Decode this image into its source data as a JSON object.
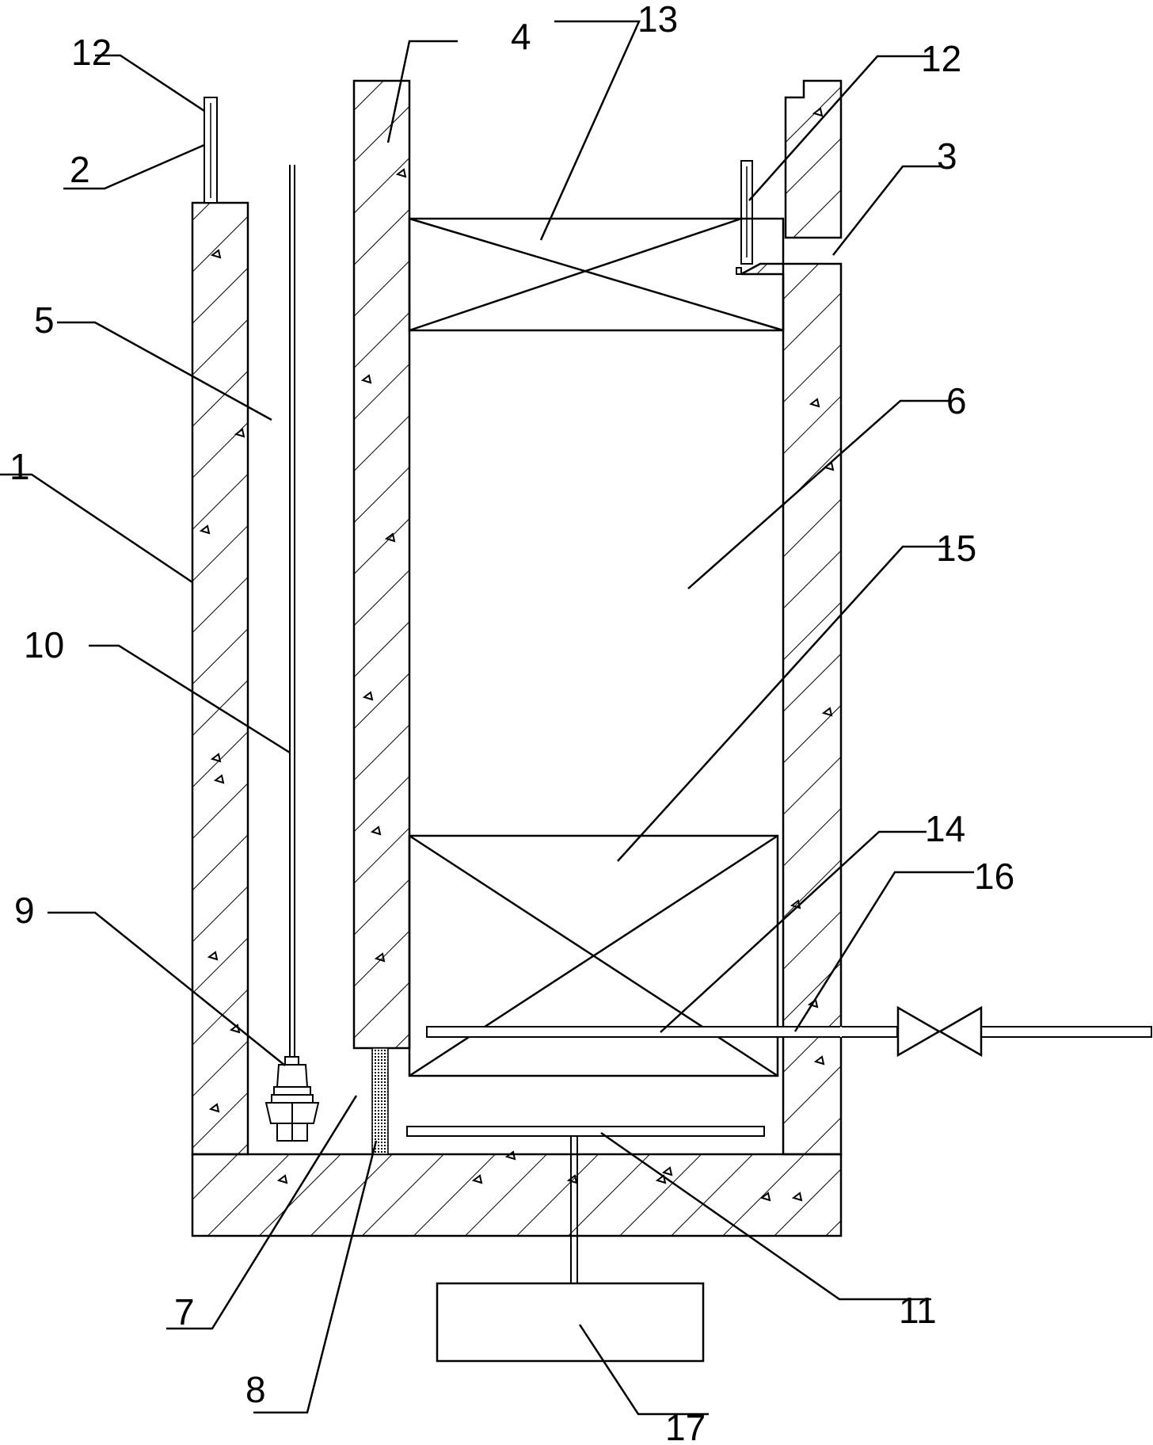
{
  "labels": {
    "l1": "1",
    "l2": "2",
    "l3": "3",
    "l4": "4",
    "l5": "5",
    "l6": "6",
    "l7": "7",
    "l8": "8",
    "l9": "9",
    "l10": "10",
    "l11": "11",
    "l12a": "12",
    "l12b": "12",
    "l13": "13",
    "l14": "14",
    "l15": "15",
    "l16": "16",
    "l17": "17"
  }
}
